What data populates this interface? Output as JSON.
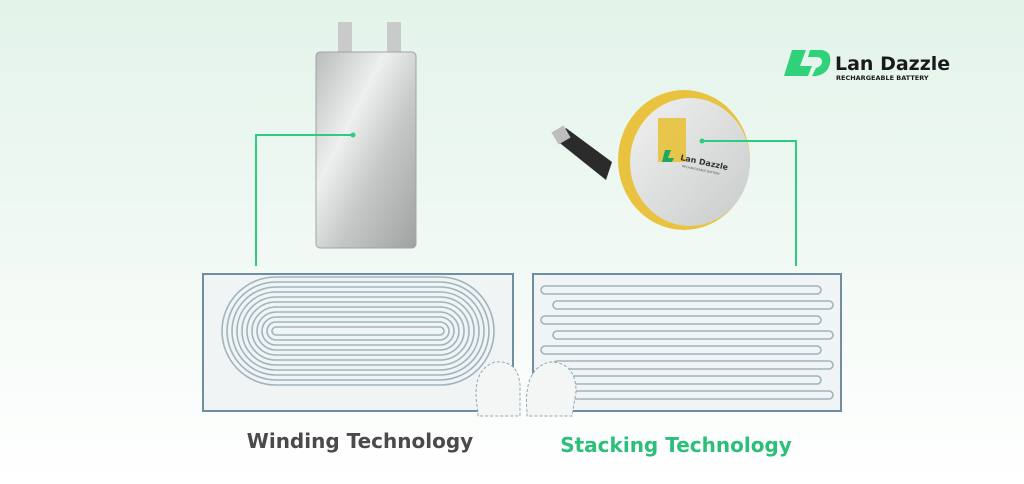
{
  "brand": {
    "name": "Lan Dazzle",
    "tagline": "RECHARGEABLE BATTERY",
    "color": "#2fd27a",
    "text_color": "#1a1a1a"
  },
  "coin_cell": {
    "brand_name": "Lan Dazzle",
    "brand_tagline": "RECHARGEABLE BATTERY"
  },
  "winding": {
    "caption": "Winding Technology",
    "caption_color": "#4a4a4a"
  },
  "stacking": {
    "caption": "Stacking Technology",
    "caption_color": "#2bbf7a"
  },
  "colors": {
    "connector": "#2ecc7f",
    "box_border": "#6f8fa0",
    "layer_line": "#9fb4bd"
  }
}
